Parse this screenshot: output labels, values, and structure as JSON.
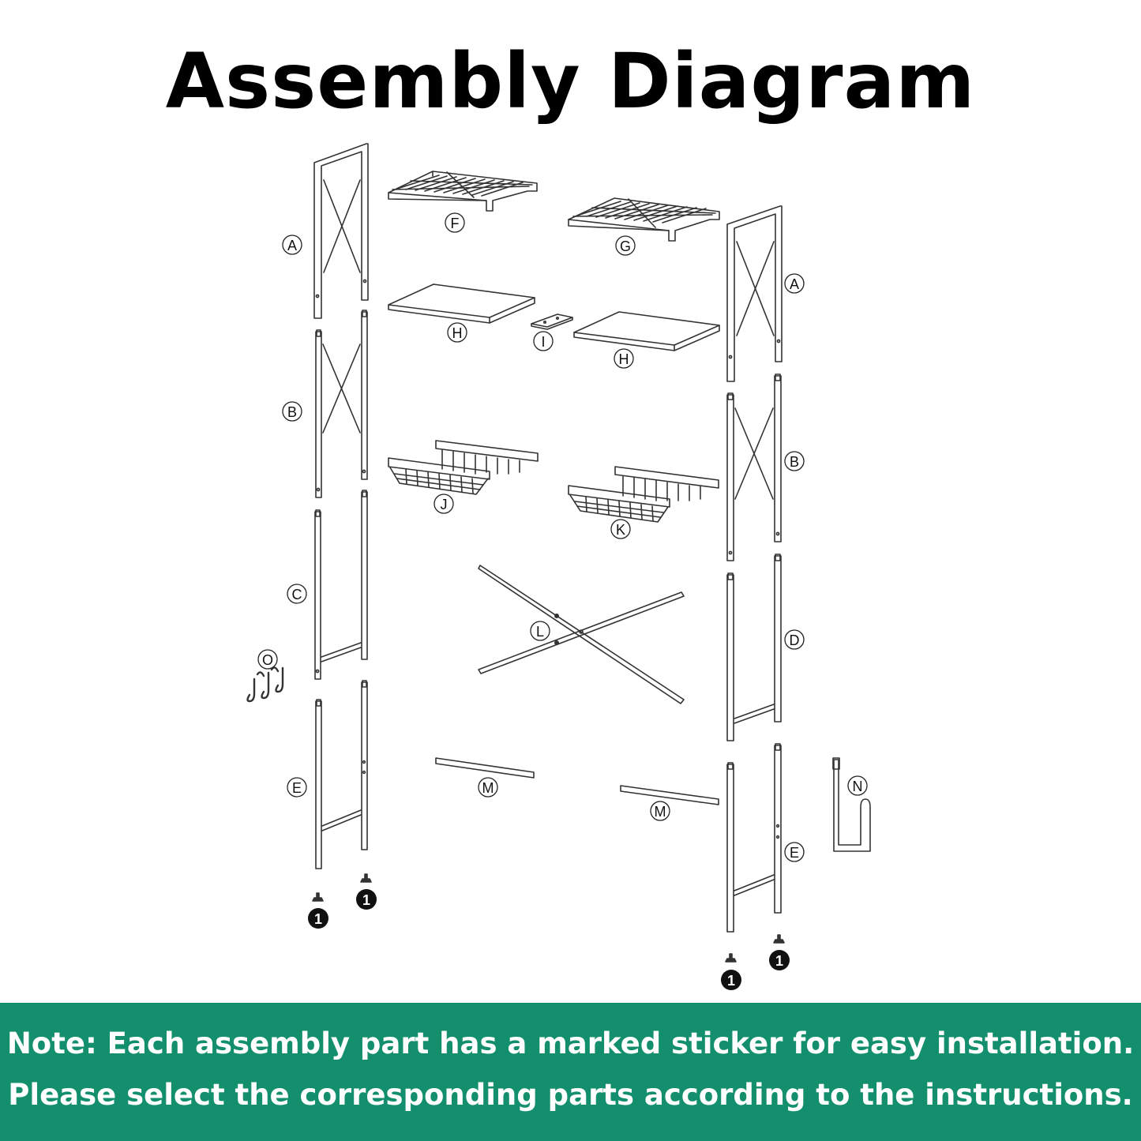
{
  "title": "Assembly Diagram",
  "parts": {
    "A": "A",
    "B": "B",
    "C": "C",
    "D": "D",
    "E": "E",
    "F": "F",
    "G": "G",
    "H": "H",
    "I": "I",
    "J": "J",
    "K": "K",
    "L": "L",
    "M": "M",
    "N": "N",
    "O": "O",
    "foot": "1"
  },
  "note": {
    "line1": "Note: Each assembly part has a marked sticker for easy installation.",
    "line2": "Please select the corresponding parts according to the instructions."
  },
  "colors": {
    "note_background": "#148f6d",
    "note_text": "#ffffff",
    "line": "#333333"
  }
}
